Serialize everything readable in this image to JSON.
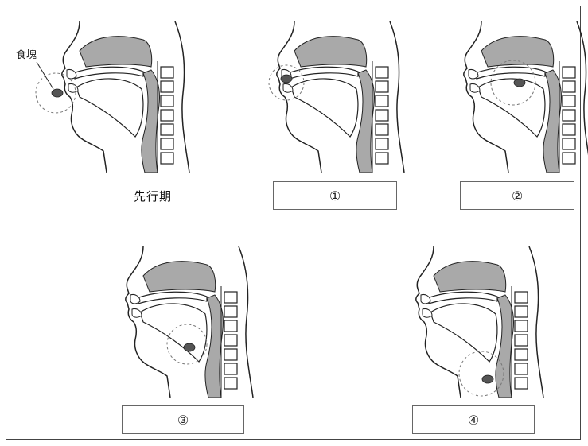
{
  "callout": {
    "bolus_label": "食塊"
  },
  "stages": [
    {
      "label": "先行期"
    },
    {
      "label": "①"
    },
    {
      "label": "②"
    },
    {
      "label": "③"
    },
    {
      "label": "④"
    }
  ],
  "colors": {
    "tissue": "#a9a9a9",
    "bolus": "#555555",
    "line": "#222222"
  }
}
